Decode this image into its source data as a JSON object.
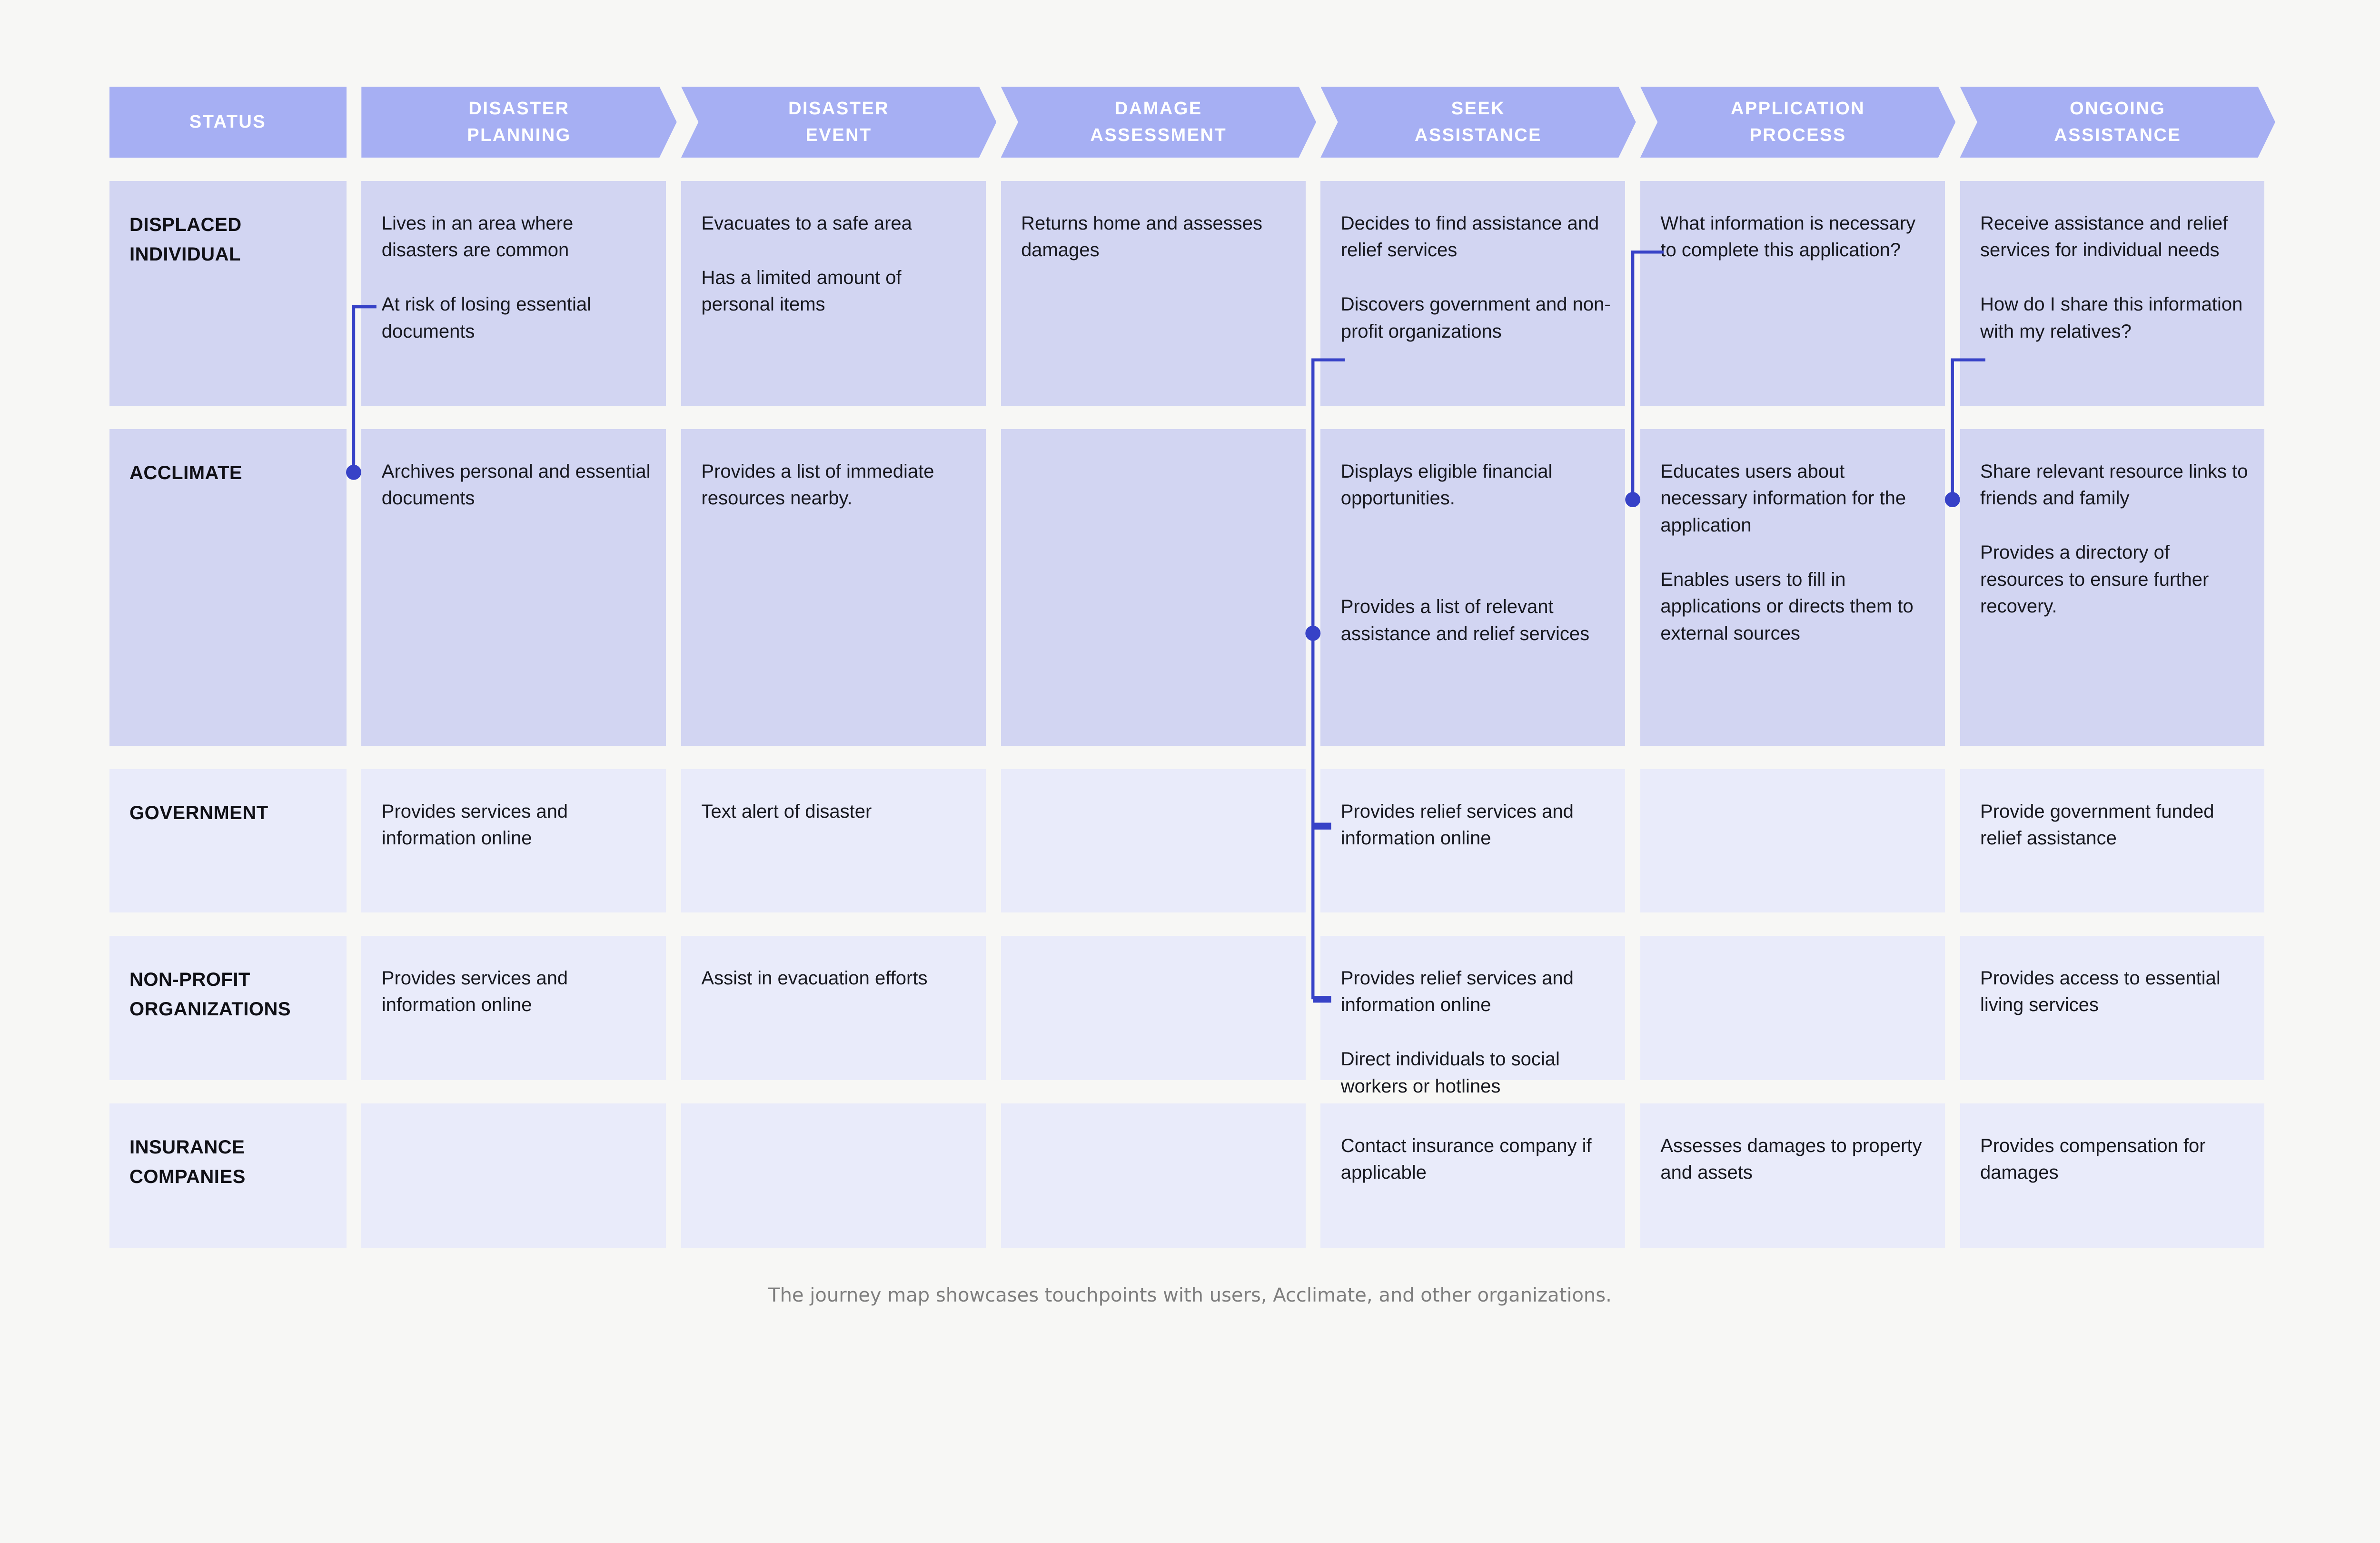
{
  "header": {
    "phases": [
      {
        "id": "status",
        "label": "STATUS"
      },
      {
        "id": "disaster-planning",
        "label": "DISASTER\nPLANNING"
      },
      {
        "id": "disaster-event",
        "label": "DISASTER\nEVENT"
      },
      {
        "id": "damage-assessment",
        "label": "DAMAGE\nASSESSMENT"
      },
      {
        "id": "seek-assistance",
        "label": "SEEK\nASSISTANCE"
      },
      {
        "id": "application-process",
        "label": "APPLICATION\nPROCESS"
      },
      {
        "id": "ongoing-assistance",
        "label": "ONGOING\nASSISTANCE"
      }
    ]
  },
  "rows": [
    {
      "label": "DISPLACED INDIVIDUAL",
      "tone": "dark",
      "cells": [
        [
          "Lives in an area where disasters are common",
          "At risk of losing essential documents"
        ],
        [
          "Evacuates to a safe area",
          "Has a limited amount of personal items"
        ],
        [
          "Returns home and assesses damages"
        ],
        [
          "Decides to find assistance and relief services",
          "Discovers government and non-profit organizations"
        ],
        [
          "What information is necessary to complete this application?"
        ],
        [
          "Receive assistance and relief services for individual needs",
          "How do I share this information with my relatives?"
        ]
      ]
    },
    {
      "label": "ACCLIMATE",
      "tone": "dark",
      "cells": [
        [
          "Archives personal and essential documents"
        ],
        [
          "Provides a list of immediate resources nearby."
        ],
        [],
        [
          "Displays eligible financial opportunities.",
          "",
          "Provides a list of relevant assistance and relief services"
        ],
        [
          "Educates users about necessary information for the application",
          "Enables users to fill in applications or directs them to external sources"
        ],
        [
          "Share relevant resource links to friends and family",
          "Provides a directory of resources to ensure further recovery."
        ]
      ]
    },
    {
      "label": "GOVERNMENT",
      "tone": "light",
      "cells": [
        [
          "Provides services and information online"
        ],
        [
          "Text alert of disaster"
        ],
        [],
        [
          "Provides relief services and information online"
        ],
        [],
        [
          "Provide government funded relief assistance"
        ]
      ]
    },
    {
      "label": "NON-PROFIT ORGANIZATIONS",
      "tone": "light",
      "cells": [
        [
          "Provides services and information online"
        ],
        [
          "Assist in evacuation efforts"
        ],
        [],
        [
          "Provides relief services and information online",
          "Direct individuals to social workers or hotlines"
        ],
        [],
        [
          "Provides access to essential living services"
        ]
      ]
    },
    {
      "label": "INSURANCE COMPANIES",
      "tone": "light",
      "cells": [
        [],
        [],
        [],
        [
          "Contact insurance company if applicable"
        ],
        [
          "Assesses damages to property and assets"
        ],
        [
          "Provides compensation for damages"
        ]
      ]
    }
  ],
  "caption": "The journey map showcases touchpoints with users, Acclimate, and other organizations.",
  "colors": {
    "background": "#f7f7f5",
    "phase_header": "#a6aff3",
    "cell_dark": "#d2d5f2",
    "cell_light": "#e9ebfa",
    "connector": "#3742c7",
    "text": "#17181f",
    "header_text": "#ffffff",
    "caption_text": "#7e7e7e"
  }
}
